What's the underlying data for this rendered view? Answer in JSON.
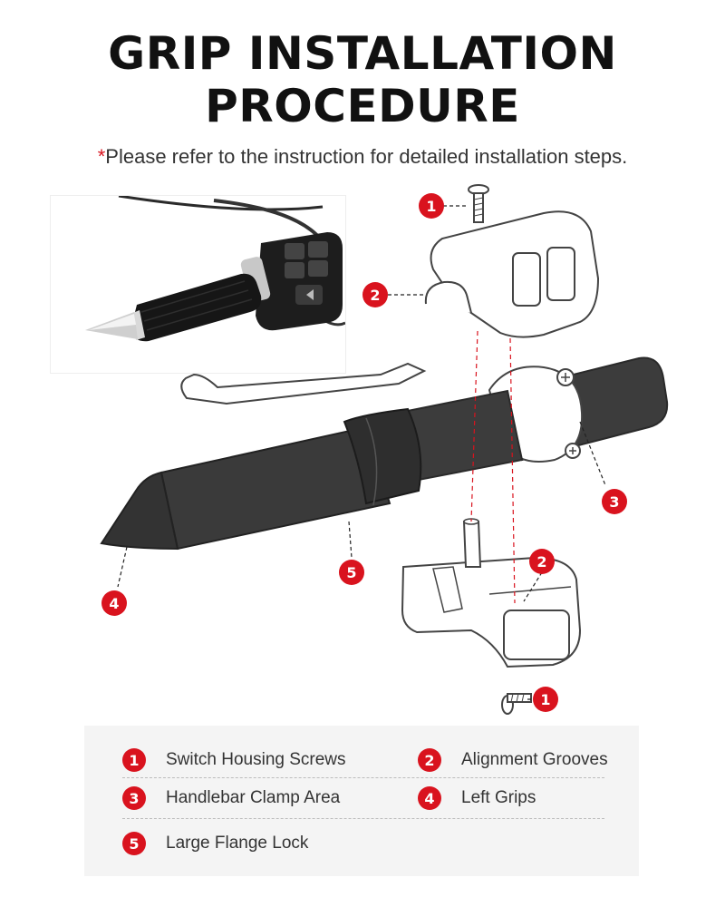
{
  "title_line1": "GRIP INSTALLATION",
  "title_line2": "PROCEDURE",
  "subtitle": {
    "asterisk": "*",
    "text": "Please refer to the instruction for detailed installation steps."
  },
  "callout_numbers": {
    "screw_top": "1",
    "upper_housing": "2",
    "clamp_area": "3",
    "grip_tip": "4",
    "flange": "5",
    "lower_housing": "2",
    "screw_bottom": "1"
  },
  "legend": {
    "items": [
      {
        "number": "1",
        "label": "Switch Housing Screws"
      },
      {
        "number": "2",
        "label": "Alignment Grooves"
      },
      {
        "number": "3",
        "label": "Handlebar Clamp Area"
      },
      {
        "number": "4",
        "label": "Left Grips"
      },
      {
        "number": "5",
        "label": "Large Flange Lock"
      }
    ]
  },
  "colors": {
    "accent": "#d9131e",
    "grip": "#3a3a3a",
    "legend_bg": "#f4f4f4"
  }
}
